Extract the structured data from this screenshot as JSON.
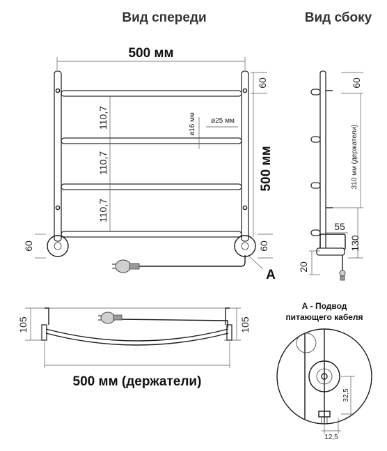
{
  "headings": {
    "front_view": "Вид спереди",
    "side_view": "Вид сбоку"
  },
  "front": {
    "width_label": "500 мм",
    "height_label": "500 мм",
    "spacing_1": "110,7",
    "spacing_2": "110,7",
    "spacing_3": "110,7",
    "top_offset": "60",
    "bottom_left": "60",
    "bottom_right": "60",
    "pipe_small": "ø16 мм",
    "pipe_large": "ø25 мм",
    "callout": "A"
  },
  "side": {
    "top_offset": "60",
    "holders_label": "310 мм (держатели)",
    "depth_55": "55",
    "dim_130": "130",
    "dim_20": "20"
  },
  "top_view": {
    "holders_label": "500 мм (держатели)",
    "left_105": "105",
    "right_105": "105"
  },
  "detail": {
    "title_line1": "А - Подвод",
    "title_line2": "питающего кабеля",
    "dim_32_5": "32,5",
    "dim_12_5": "12,5"
  }
}
